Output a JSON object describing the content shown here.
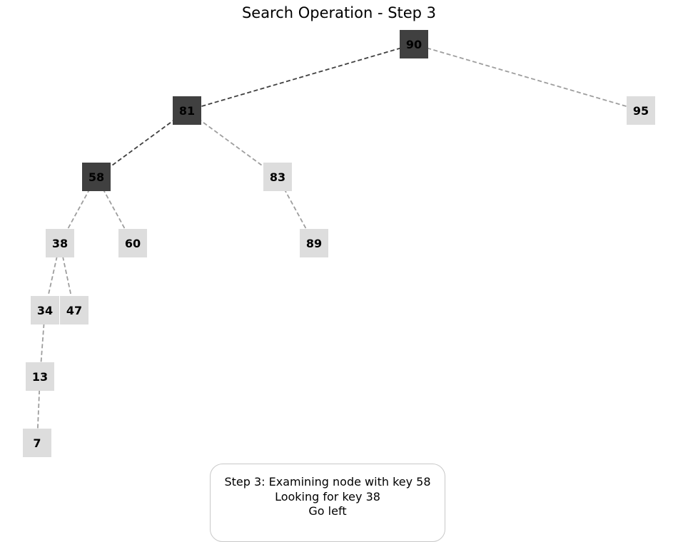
{
  "title": "Search Operation - Step 3",
  "colors": {
    "visited_fill": "#404040",
    "unvisited_fill": "#dddddd",
    "visited_edge": "#404040",
    "unvisited_edge": "#9e9e9e",
    "label": "#000000"
  },
  "tree": {
    "nodes": [
      {
        "key": "90",
        "visited": true
      },
      {
        "key": "81",
        "visited": true
      },
      {
        "key": "95",
        "visited": false
      },
      {
        "key": "58",
        "visited": true
      },
      {
        "key": "83",
        "visited": false
      },
      {
        "key": "38",
        "visited": false
      },
      {
        "key": "60",
        "visited": false
      },
      {
        "key": "89",
        "visited": false
      },
      {
        "key": "34",
        "visited": false
      },
      {
        "key": "47",
        "visited": false
      },
      {
        "key": "13",
        "visited": false
      },
      {
        "key": "7",
        "visited": false
      }
    ],
    "edges": [
      {
        "from": "90",
        "to": "81",
        "on_path": true
      },
      {
        "from": "90",
        "to": "95",
        "on_path": false
      },
      {
        "from": "81",
        "to": "58",
        "on_path": true
      },
      {
        "from": "81",
        "to": "83",
        "on_path": false
      },
      {
        "from": "58",
        "to": "38",
        "on_path": false
      },
      {
        "from": "58",
        "to": "60",
        "on_path": false
      },
      {
        "from": "83",
        "to": "89",
        "on_path": false
      },
      {
        "from": "38",
        "to": "34",
        "on_path": false
      },
      {
        "from": "38",
        "to": "47",
        "on_path": false
      },
      {
        "from": "34",
        "to": "13",
        "on_path": false
      },
      {
        "from": "13",
        "to": "7",
        "on_path": false
      }
    ]
  },
  "info": {
    "line1": "Step 3: Examining node with key 58",
    "line2": "Looking for key 38",
    "line3": "Go left"
  }
}
